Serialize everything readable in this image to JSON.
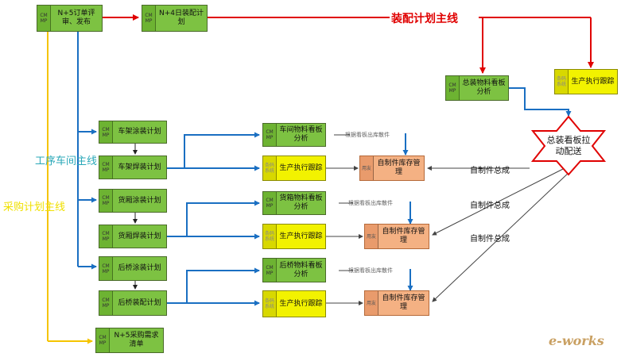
{
  "boxes": {
    "n5_order": {
      "tag": "CM MP",
      "text": "N+5订单评审、发布"
    },
    "n4_assembly": {
      "tag": "CM MP",
      "text": "N+4日装配计划"
    },
    "final_kanban": {
      "tag": "CM MP",
      "text": "总装物料看板分析"
    },
    "exec_top": {
      "tag": "条码系统",
      "text": "生产执行跟踪"
    },
    "frame_paint": {
      "tag": "CM MP",
      "text": "车架涂装计划"
    },
    "frame_weld": {
      "tag": "CM MP",
      "text": "车架焊装计划"
    },
    "cargo_paint": {
      "tag": "CM MP",
      "text": "货厢涂装计划"
    },
    "cargo_weld": {
      "tag": "CM MP",
      "text": "货厢焊装计划"
    },
    "rear_paint": {
      "tag": "CM MP",
      "text": "后桥涂装计划"
    },
    "rear_assy": {
      "tag": "CM MP",
      "text": "后桥装配计划"
    },
    "n5_purchase": {
      "tag": "CM MP",
      "text": "N+5采购需求清单"
    },
    "ws_kanban1": {
      "tag": "CM MP",
      "text": "车间物料看板分析"
    },
    "exec1": {
      "tag": "条码系统",
      "text": "生产执行跟踪"
    },
    "ws_kanban2": {
      "tag": "CM MP",
      "text": "货箱物料看板分析"
    },
    "exec2": {
      "tag": "条码系统",
      "text": "生产执行跟踪"
    },
    "ws_kanban3": {
      "tag": "CM MP",
      "text": "后桥物料看板分析"
    },
    "exec3": {
      "tag": "条码系统",
      "text": "生产执行跟踪"
    },
    "inv1": {
      "tag": "用友",
      "text": "自制件库存管理"
    },
    "inv2": {
      "tag": "用友",
      "text": "自制件库存管理"
    },
    "inv3": {
      "tag": "用友",
      "text": "自制件库存管理"
    }
  },
  "labels": {
    "main_line": "装配计划主线",
    "workshop_line": "工序车间主线",
    "purchase_line": "采购计划主线",
    "kanban_out": "根据看板出库散件",
    "finished": "自制件总成",
    "star": "总装看板拉动配送",
    "logo": "e-works"
  },
  "colors": {
    "red_line": "#e00000",
    "blue_line": "#1a6fc2",
    "yellow_line": "#f5c400",
    "gray_line": "#555555"
  }
}
